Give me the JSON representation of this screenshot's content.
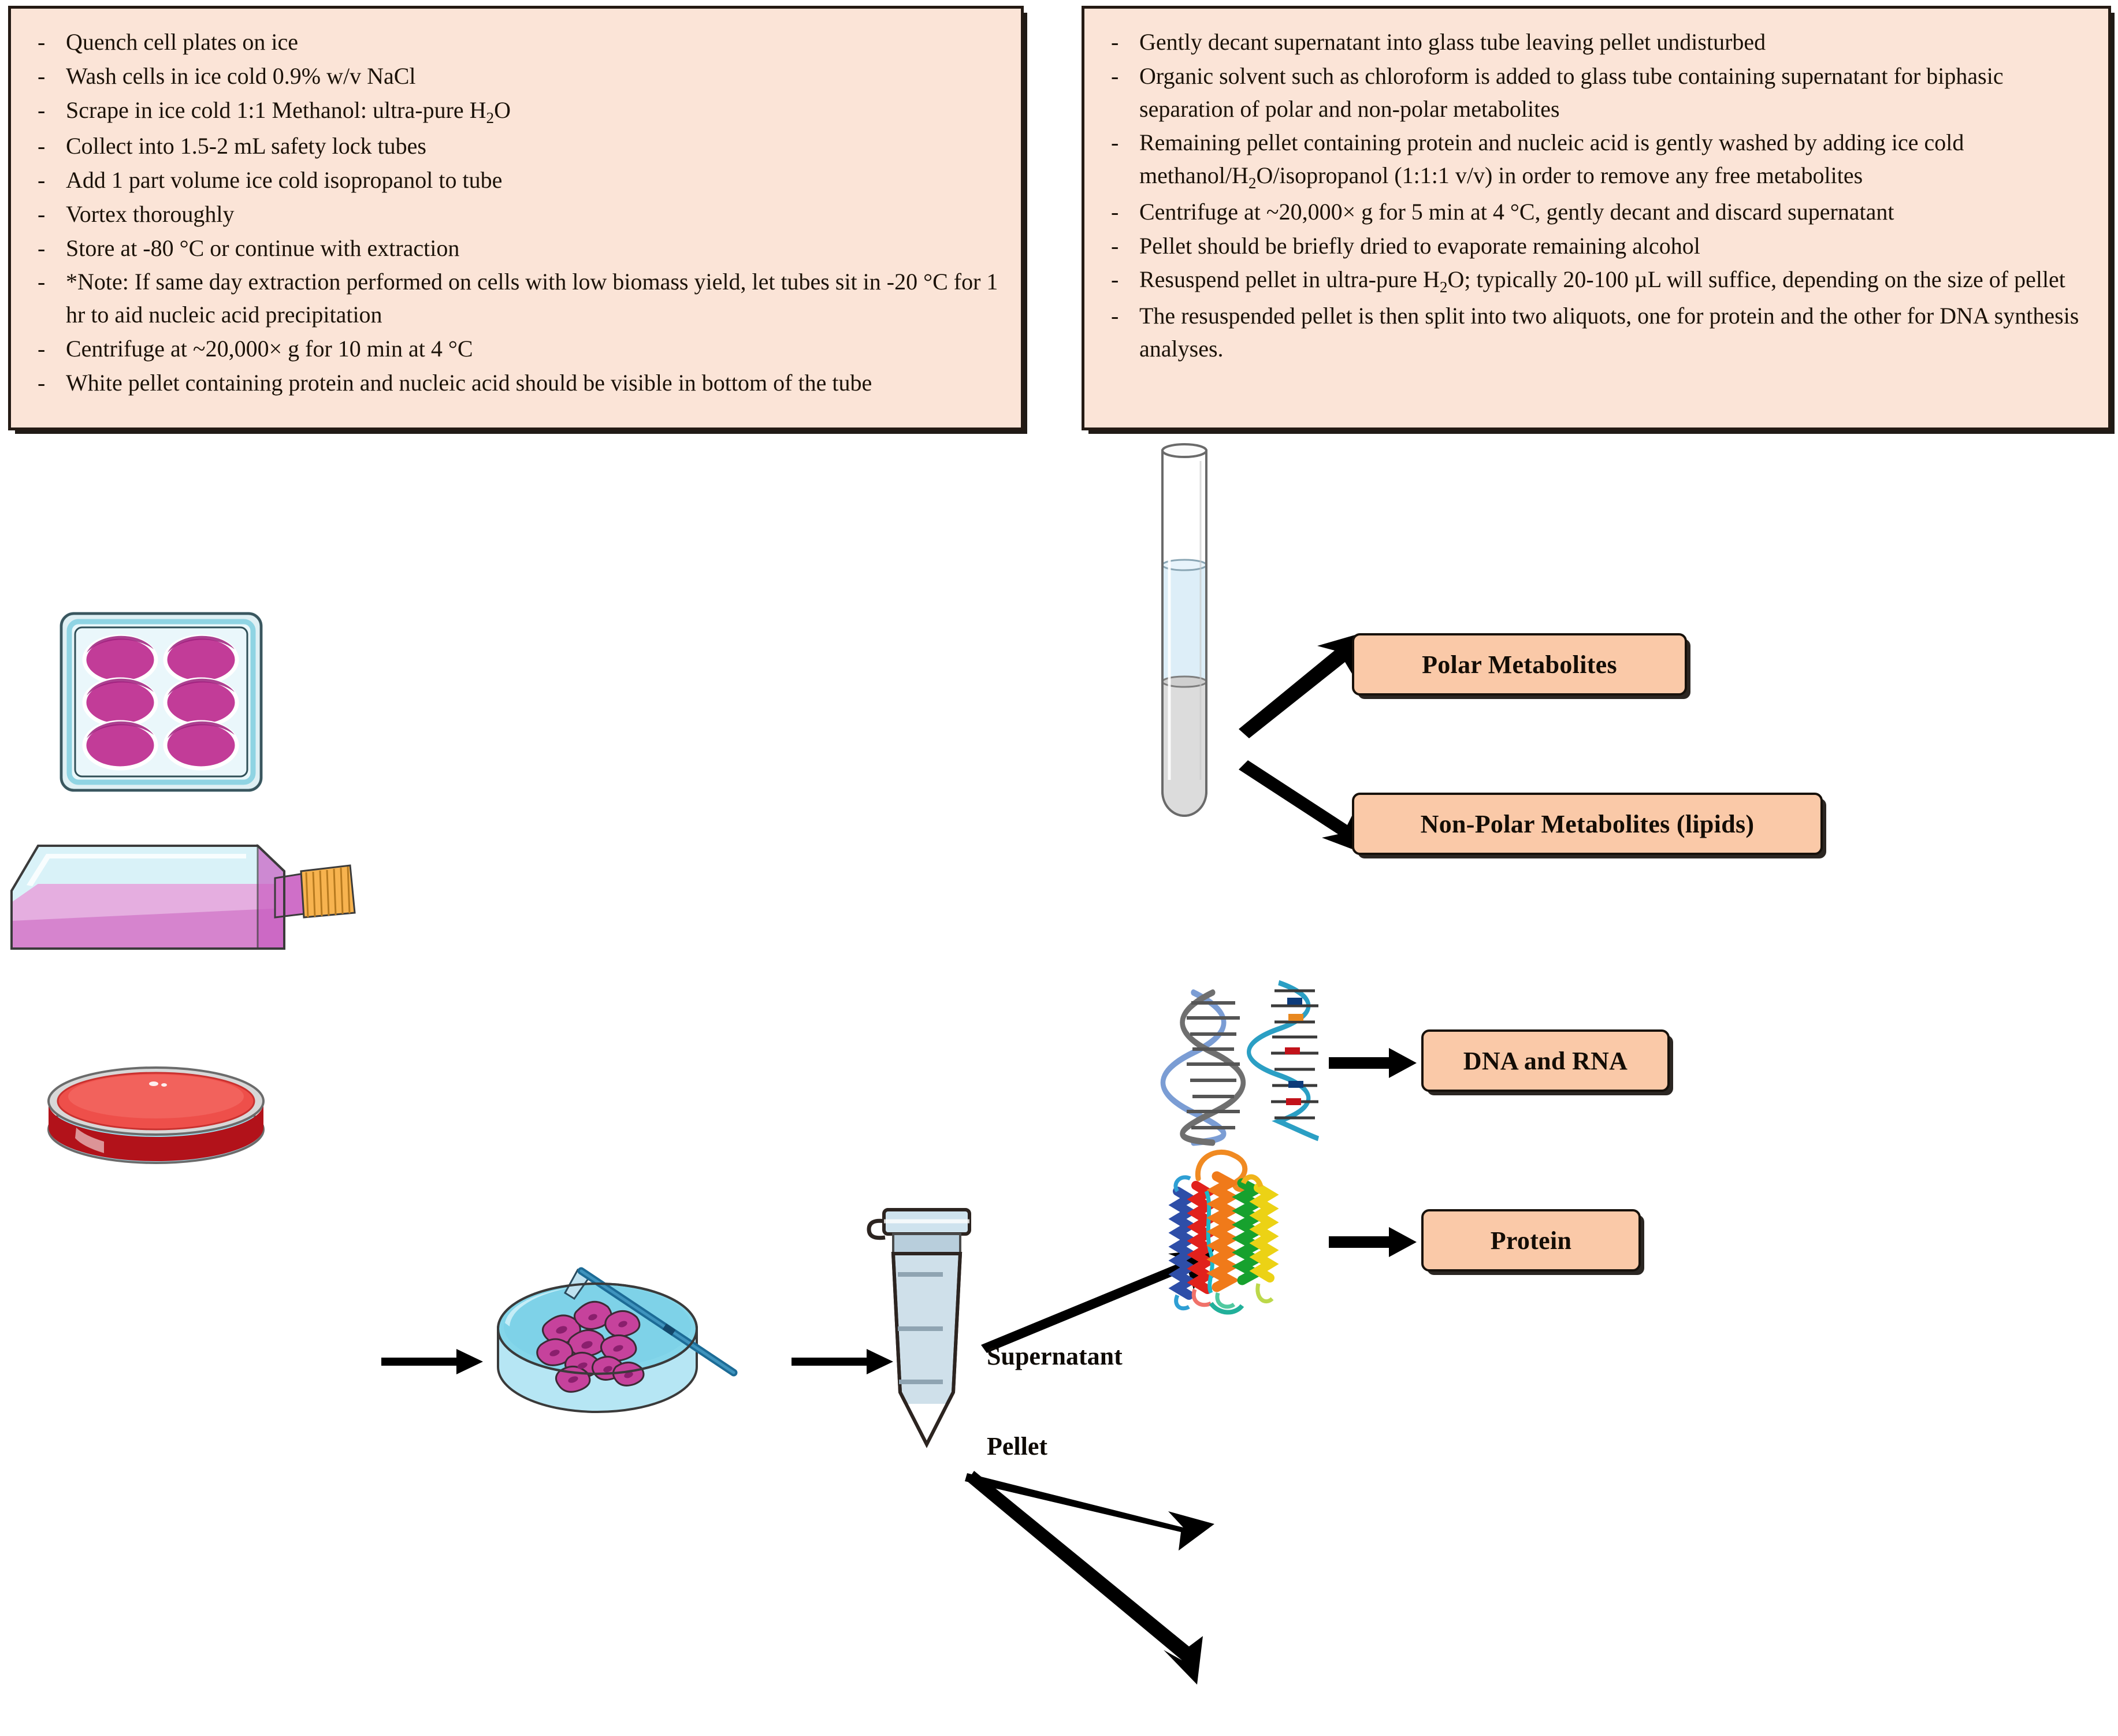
{
  "protocol_left": {
    "bullet": "-",
    "steps": [
      "Quench cell plates on ice",
      "Wash cells in ice cold 0.9% w/v NaCl",
      "Scrape in ice cold 1:1 Methanol: ultra-pure H2O",
      "Collect into 1.5-2 mL safety lock tubes",
      "Add 1 part volume ice cold isopropanol to tube",
      "Vortex thoroughly",
      "Store at -80 °C or continue with extraction",
      "*Note: If same day extraction performed on cells with low biomass yield, let tubes sit in -20 °C for 1 hr to aid nucleic acid precipitation",
      "Centrifuge at ~20,000× g for 10 min at 4 °C",
      "White pellet containing protein and nucleic acid should be visible in bottom of the tube"
    ]
  },
  "protocol_right": {
    "bullet": "-",
    "steps": [
      "Gently decant supernatant into glass tube leaving pellet undisturbed",
      "Organic solvent such as chloroform is added to glass tube containing supernatant for biphasic separation of polar and non-polar metabolites",
      "Remaining pellet containing protein and nucleic acid is gently washed by adding ice cold methanol/H2O/isopropanol (1:1:1 v/v) in order to remove any free metabolites",
      "Centrifuge at ~20,000× g for 5 min at 4 °C, gently decant and discard supernatant",
      "Pellet should be briefly dried to evaporate remaining alcohol",
      "Resuspend pellet in ultra-pure H2O; typically 20-100 µL will suffice, depending on the size of pellet",
      "The resuspended pellet is then split into two aliquots, one for protein and the other for DNA synthesis analyses."
    ]
  },
  "diagram": {
    "flow_labels": {
      "supernatant": "Supernatant",
      "pellet": "Pellet"
    },
    "results": {
      "polar": "Polar Metabolites",
      "non_polar": "Non-Polar Metabolites (lipids)",
      "dna_rna": "DNA and RNA",
      "protein": "Protein"
    },
    "icons": [
      "six-well-plate-icon",
      "culture-flask-icon",
      "petri-dish-red-medium-icon",
      "petri-dish-cells-scraper-icon",
      "microcentrifuge-tube-icon",
      "glass-tube-biphasic-icon",
      "dna-helix-icon",
      "rna-helix-icon",
      "protein-structure-icon",
      "arrow-right-icon"
    ],
    "colors": {
      "protocol_box_fill": "#FBE4D7",
      "protocol_box_border": "#241A14",
      "result_box_fill": "#FAC9A8",
      "result_box_border": "#17110B",
      "plate_well_magenta": "#C23C98",
      "flask_media_pink": "#D87BD0",
      "flask_cap_orange": "#F5A93B",
      "dish_medium_cyan": "#7FD4E8",
      "dish_red_medium": "#ED4B46",
      "tube_liquid_blue": "#CBDEEA",
      "glass_tube_lower_gray": "#DCDCDC",
      "scraper_blue": "#1C6B96",
      "arrow_black": "#000000"
    }
  }
}
